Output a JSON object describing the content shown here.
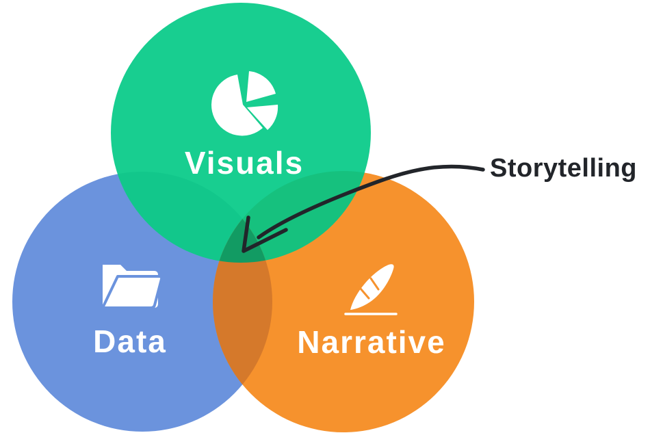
{
  "background": "#FFFFFF",
  "icon_color": "#FFFFFF",
  "label_text_color": "#FFFFFF",
  "annotation": {
    "label": "Storytelling",
    "color": "#22252A"
  },
  "circles": [
    {
      "id": "visuals",
      "label": "Visuals",
      "color": "#18CE90",
      "icon": "pie-chart-icon"
    },
    {
      "id": "data",
      "label": "Data",
      "color": "#6B93DD",
      "icon": "folder-icon"
    },
    {
      "id": "narrative",
      "label": "Narrative",
      "color": "#F6922D",
      "icon": "feather-icon"
    }
  ],
  "overlaps": {
    "visuals_data": "#12C78B",
    "visuals_narrative": "#16C17E",
    "data_narrative": "#D5792B",
    "center": "#129B63"
  }
}
